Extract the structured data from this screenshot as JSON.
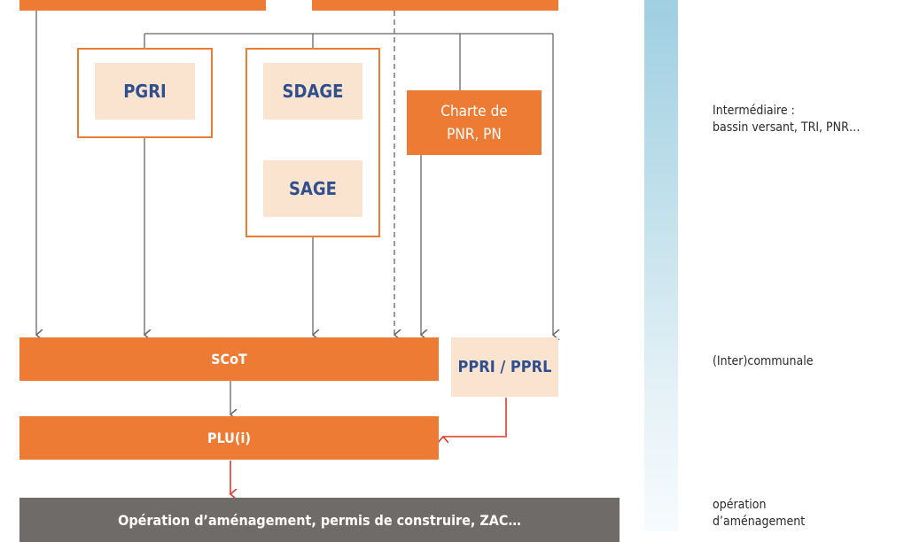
{
  "boxes": {
    "pgri": "PGRI",
    "sdage": "SDAGE",
    "sage": "SAGE",
    "charte_line1": "Charte de",
    "charte_line2": "PNR, PN",
    "scot": "SCoT",
    "ppri": "PPRI / PPRL",
    "plu": "PLU(i)",
    "operation": "Opération d’aménagement, permis de construire, ZAC…"
  },
  "levels": {
    "intermediate_line1": "Intermédiaire :",
    "intermediate_line2": "bassin versant, TRI, PNR…",
    "communal": "(Inter)communale",
    "operation_line1": "opération",
    "operation_line2": "d’aménagement"
  },
  "colors": {
    "orange": "#ee7b34",
    "pale_orange": "#fbe4cf",
    "label_blue": "#2f4f8f",
    "grey_bar": "#6e6b68",
    "arrow_red": "#e03a2b",
    "arrow_blue": "#7fc4dd",
    "scale_bar": "#9fd0e2"
  }
}
